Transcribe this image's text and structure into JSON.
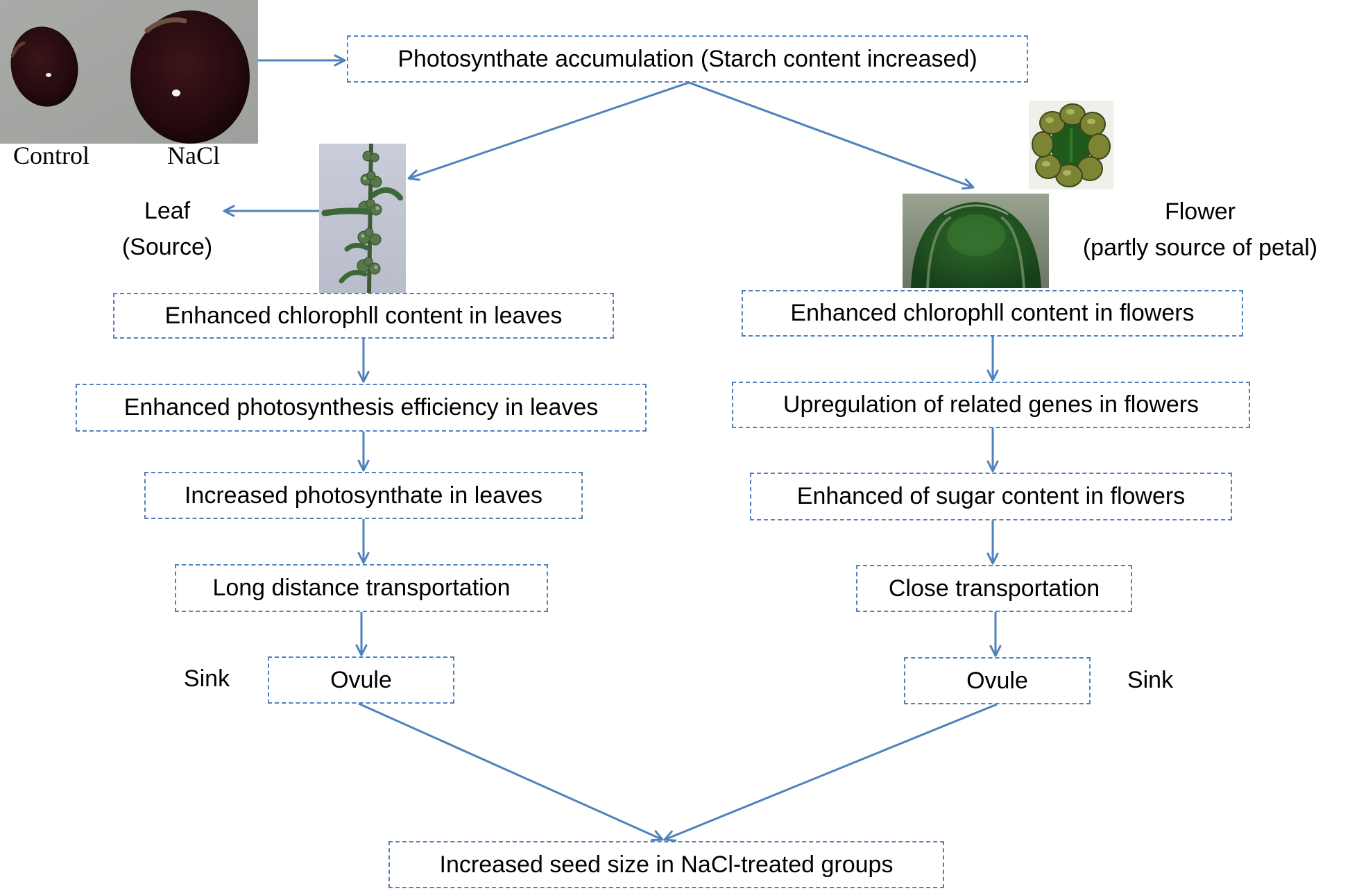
{
  "seed_photo": {
    "control_label": "Control",
    "nacl_label": "NaCl"
  },
  "top_box": {
    "label": "Photosynthate accumulation (Starch content increased)"
  },
  "leaf_branch": {
    "title": "Leaf",
    "subtitle": "(Source)",
    "steps": [
      "Enhanced chlorophll content in leaves",
      "Enhanced photosynthesis efficiency in leaves",
      "Increased photosynthate in leaves",
      "Long distance transportation"
    ],
    "ovule": "Ovule",
    "sink": "Sink"
  },
  "flower_branch": {
    "title": "Flower",
    "subtitle": "(partly source of petal)",
    "steps": [
      "Enhanced chlorophll content in flowers",
      "Upregulation of related genes in flowers",
      "Enhanced of sugar content in flowers",
      "Close transportation"
    ],
    "ovule": "Ovule",
    "sink": "Sink"
  },
  "result_box": {
    "label": "Increased seed size in NaCl-treated groups"
  },
  "colors": {
    "connector": "#4f81bd",
    "box_border": "#4f81bd",
    "text": "#000000"
  }
}
